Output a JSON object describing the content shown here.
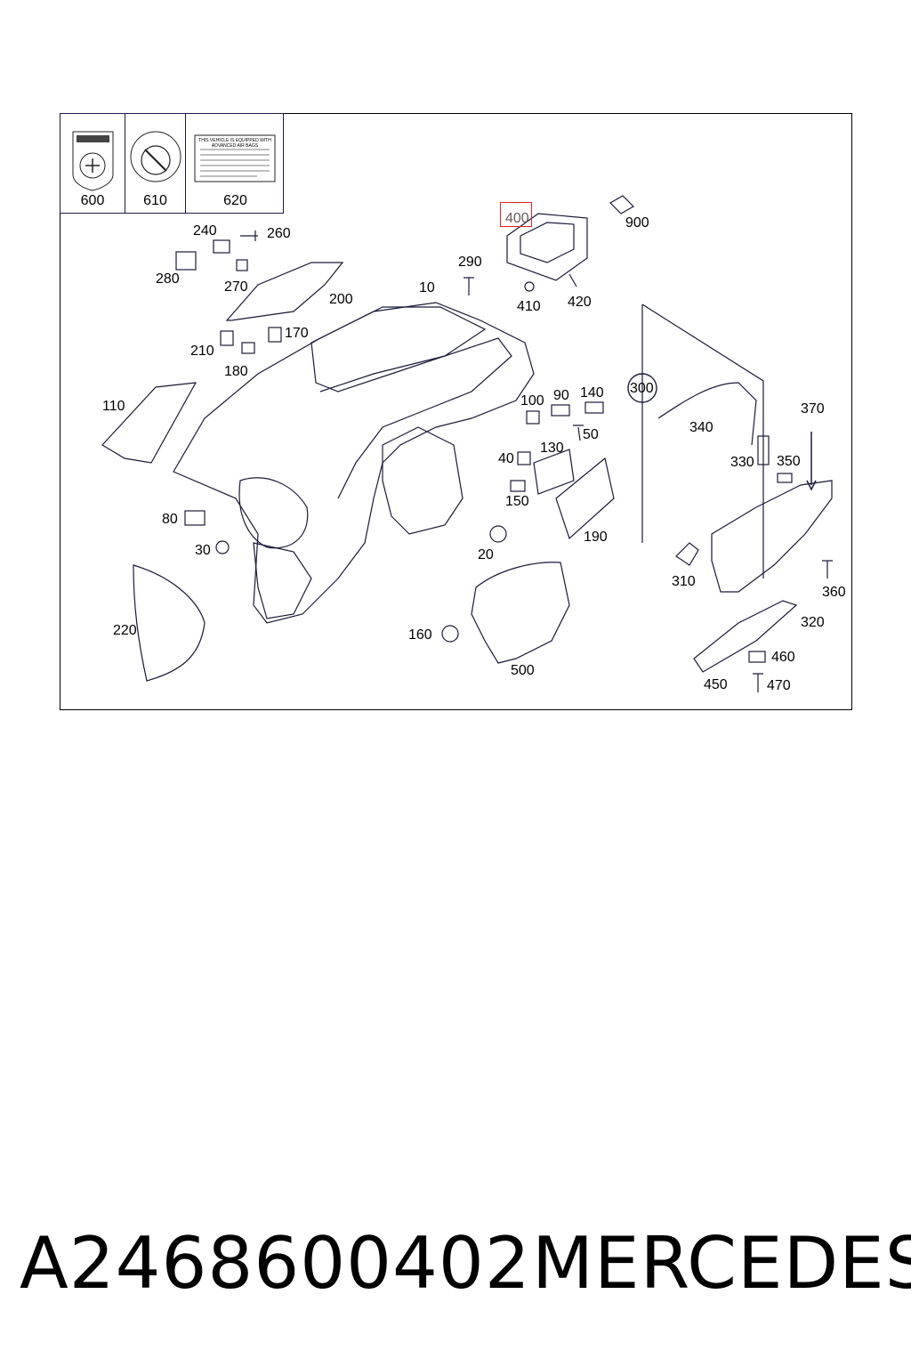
{
  "legend": [
    {
      "number": "600"
    },
    {
      "number": "610"
    },
    {
      "number": "620",
      "text_title": "THIS VEHICLE IS EQUIPPED WITH ADVANCED AIR BAGS"
    }
  ],
  "highlighted_part": "400",
  "callouts": {
    "c900": "900",
    "c240": "240",
    "c260": "260",
    "c280": "280",
    "c270": "270",
    "c200": "200",
    "c290": "290",
    "c10": "10",
    "c410": "410",
    "c420": "420",
    "c170": "170",
    "c210": "210",
    "c180": "180",
    "c300": "300",
    "c110": "110",
    "c100": "100",
    "c90": "90",
    "c140": "140",
    "c370": "370",
    "c340": "340",
    "c50": "50",
    "c130": "130",
    "c40": "40",
    "c330": "330",
    "c350": "350",
    "c150": "150",
    "c80": "80",
    "c190": "190",
    "c30": "30",
    "c20": "20",
    "c310": "310",
    "c360": "360",
    "c220": "220",
    "c320": "320",
    "c160": "160",
    "c460": "460",
    "c500": "500",
    "c450": "450",
    "c470": "470"
  },
  "caption": {
    "part_number": "A2468600402",
    "brand": "MERCEDES"
  },
  "colors": {
    "highlight_border": "#e02020",
    "line": "#1a1a3a"
  }
}
